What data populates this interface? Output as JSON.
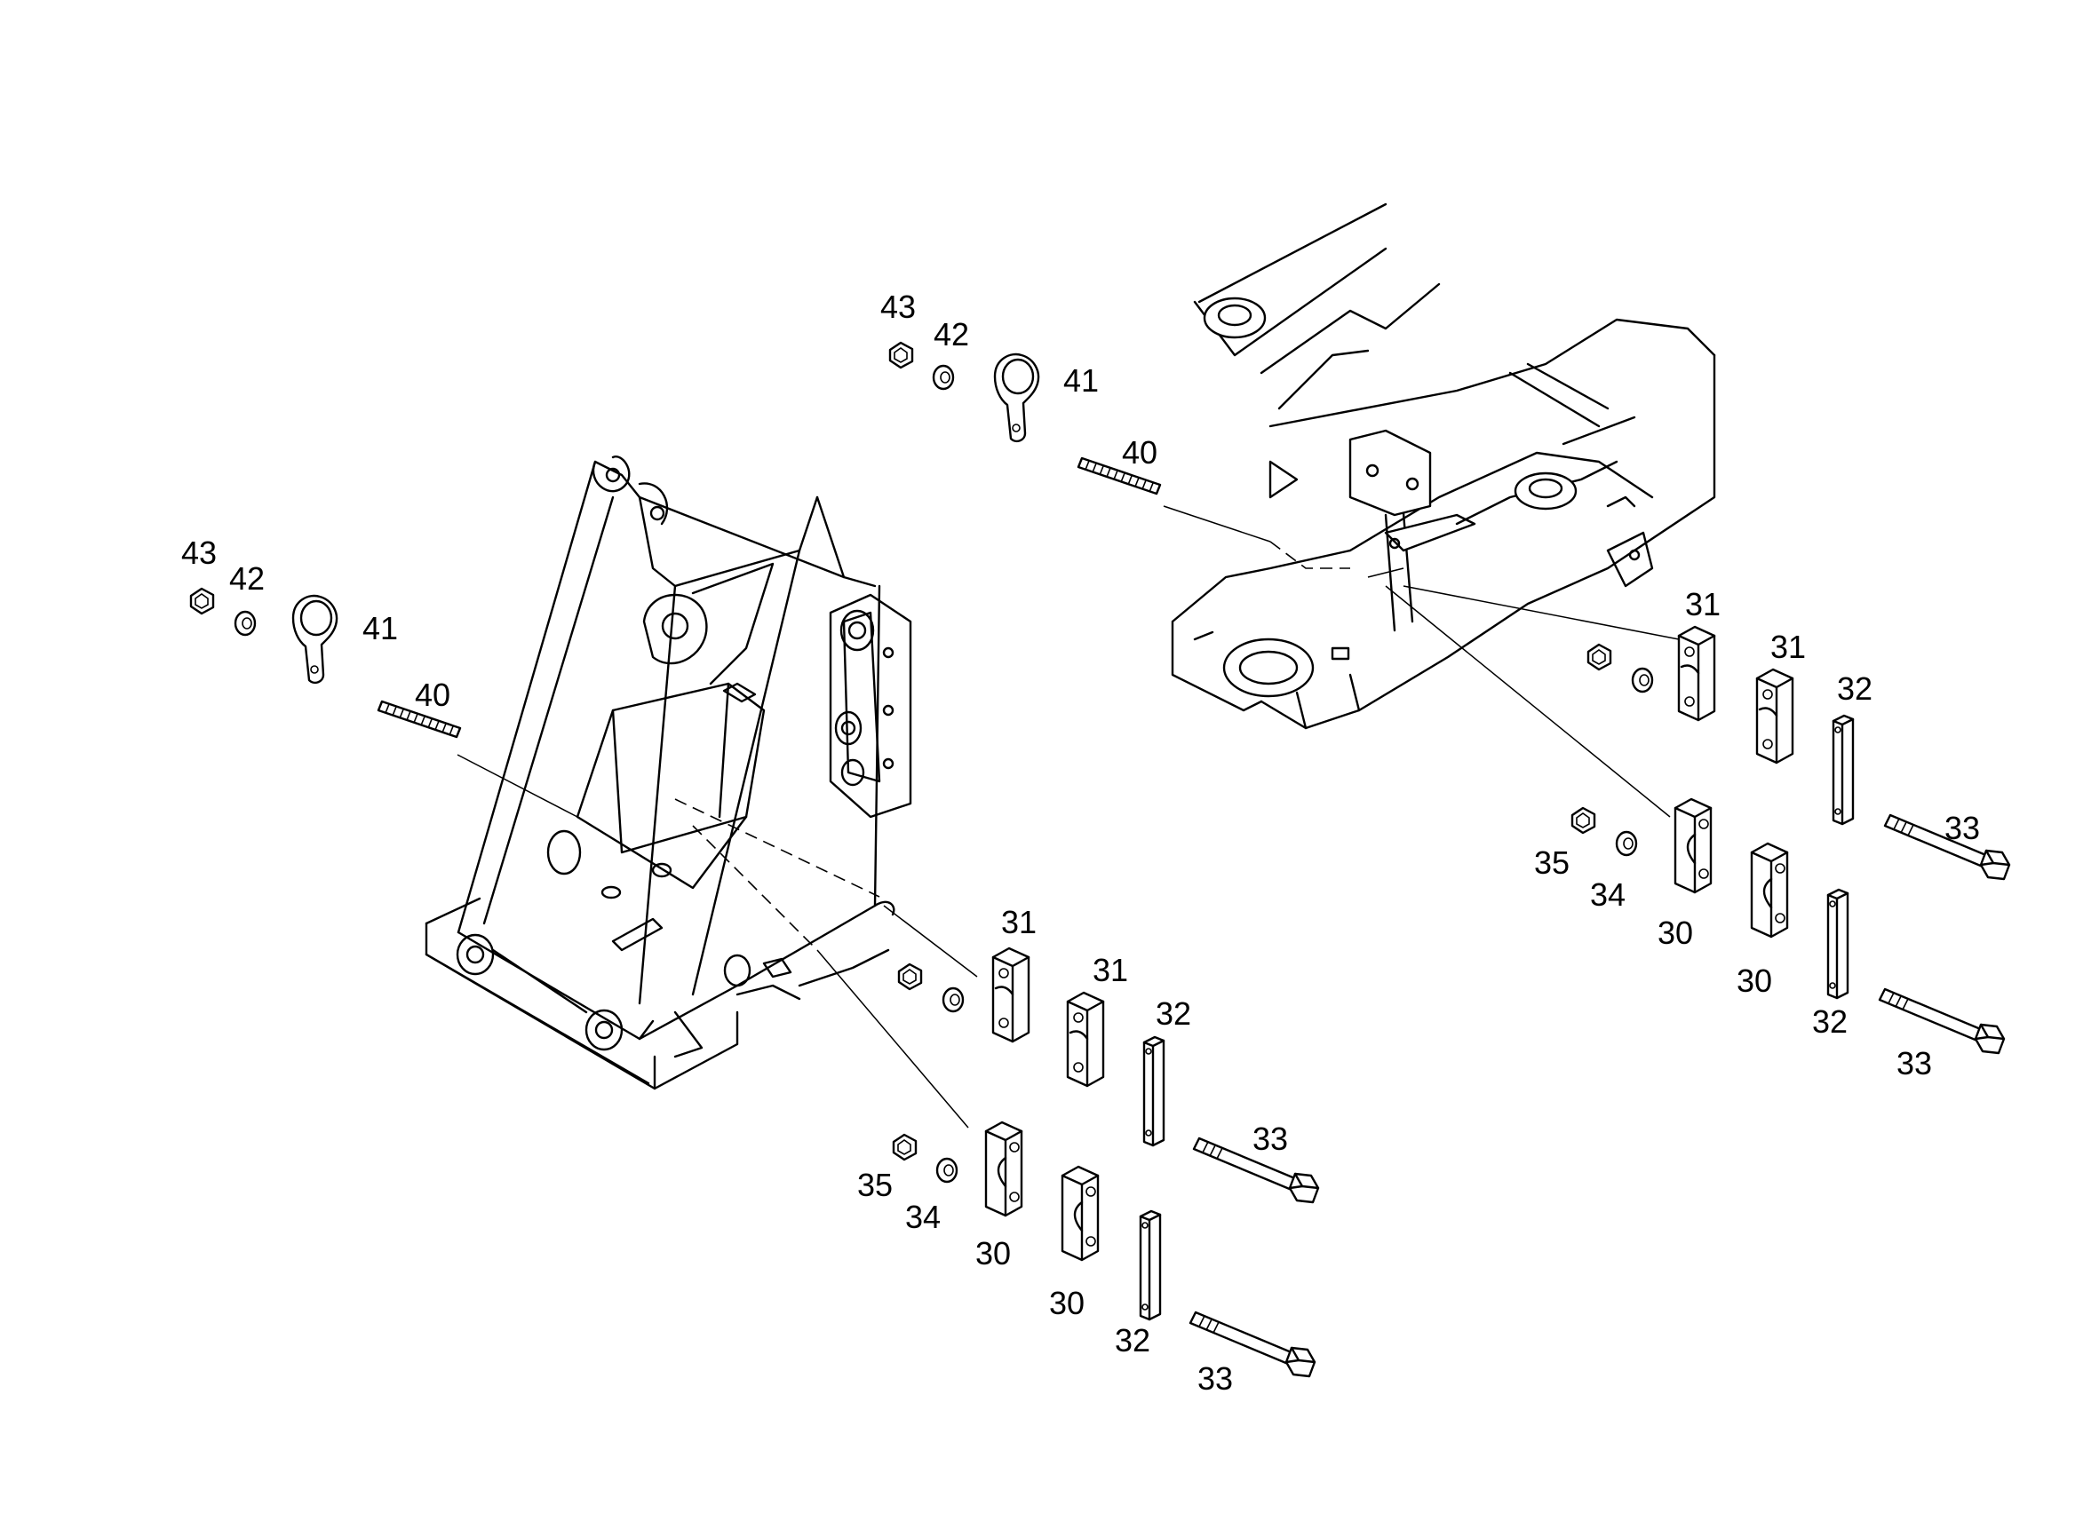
{
  "callouts": {
    "left": {
      "n43": "43",
      "n42": "42",
      "n41": "41",
      "n40": "40",
      "n31a": "31",
      "n31b": "31",
      "n32a": "32",
      "n33a": "33",
      "n35": "35",
      "n34": "34",
      "n30a": "30",
      "n30b": "30",
      "n32b": "32",
      "n33b": "33"
    },
    "right": {
      "n43": "43",
      "n42": "42",
      "n41": "41",
      "n40": "40",
      "n31a": "31",
      "n31b": "31",
      "n32a": "32",
      "n33a": "33",
      "n35": "35",
      "n34": "34",
      "n30a": "30",
      "n30b": "30",
      "n32b": "32",
      "n33b": "33"
    }
  }
}
